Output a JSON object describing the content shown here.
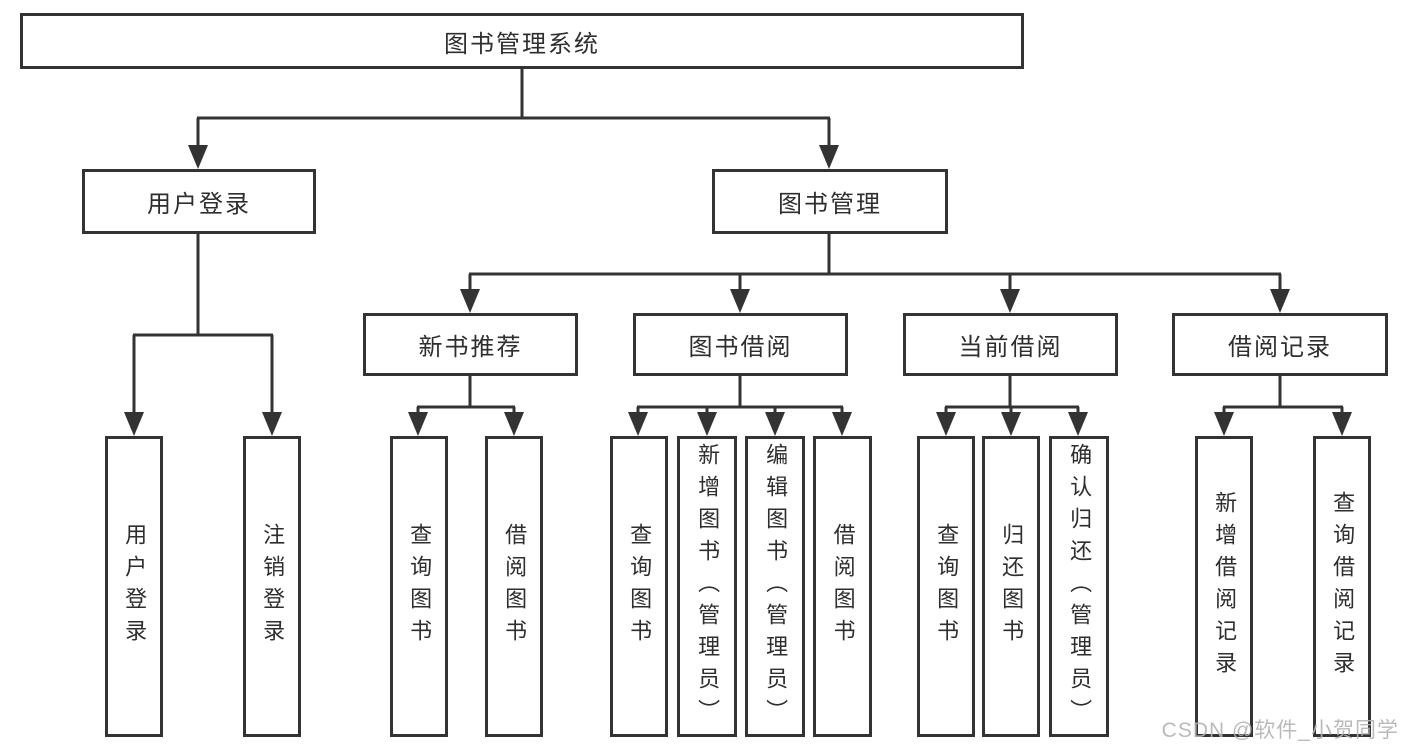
{
  "diagram": {
    "root": {
      "label": "图书管理系统"
    },
    "level2": [
      {
        "label": "用户登录"
      },
      {
        "label": "图书管理"
      }
    ],
    "level3": [
      {
        "label": "新书推荐"
      },
      {
        "label": "图书借阅"
      },
      {
        "label": "当前借阅"
      },
      {
        "label": "借阅记录"
      }
    ],
    "level4": {
      "user_login": [
        {
          "label": "用户登录"
        },
        {
          "label": "注销登录"
        }
      ],
      "new_book": [
        {
          "label": "查询图书"
        },
        {
          "label": "借阅图书"
        }
      ],
      "book_borrow": [
        {
          "label": "查询图书"
        },
        {
          "label": "新增图书（管理员）"
        },
        {
          "label": "编辑图书（管理员）"
        },
        {
          "label": "借阅图书"
        }
      ],
      "current_borrow": [
        {
          "label": "查询图书"
        },
        {
          "label": "归还图书"
        },
        {
          "label": "确认归还（管理员）"
        }
      ],
      "borrow_records": [
        {
          "label": "新增借阅记录"
        },
        {
          "label": "查询借阅记录"
        }
      ]
    }
  },
  "watermark": {
    "text": "CSDN @软件_小贺同学"
  },
  "colors": {
    "line": "#333333",
    "text": "#2e2e2e",
    "watermark": "#b3b3b3",
    "background": "#ffffff"
  }
}
